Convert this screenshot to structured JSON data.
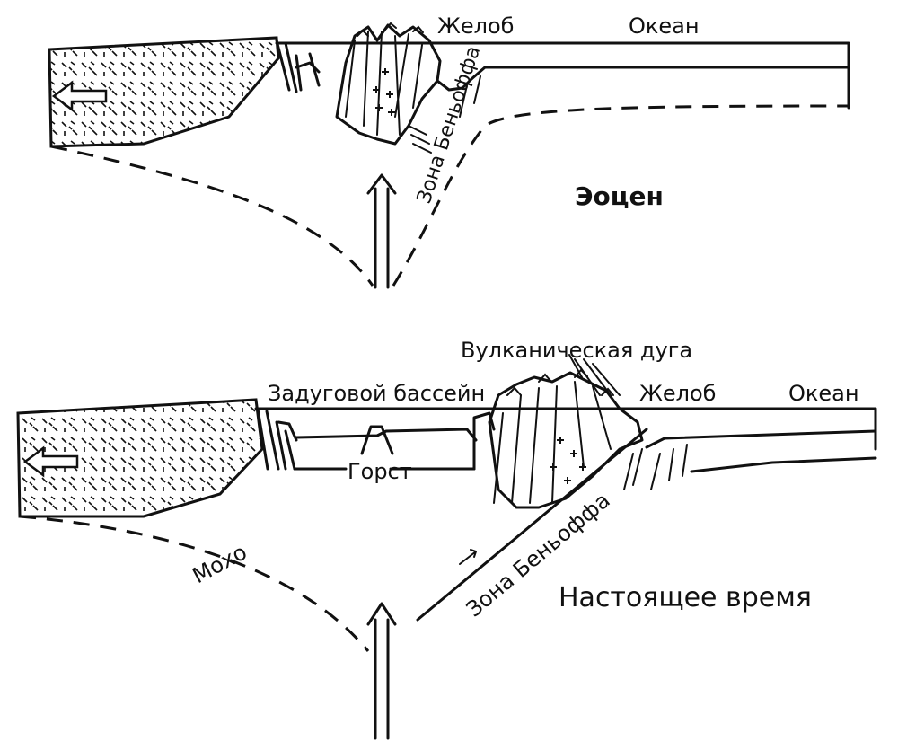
{
  "top_panel": {
    "label_trench": "Желоб",
    "label_ocean": "Океан",
    "label_benioff": "Зона Беньоффа",
    "label_epoch": "Эоцен"
  },
  "bottom_panel": {
    "label_volcanic_arc": "Вулканическая дуга",
    "label_backarc": "Задуговой бассейн",
    "label_trench": "Желоб",
    "label_ocean": "Океан",
    "label_horst": "Горст",
    "label_moho": "Мохо",
    "label_benioff": "Зона Беньоффа",
    "label_epoch": "Настоящее время"
  }
}
